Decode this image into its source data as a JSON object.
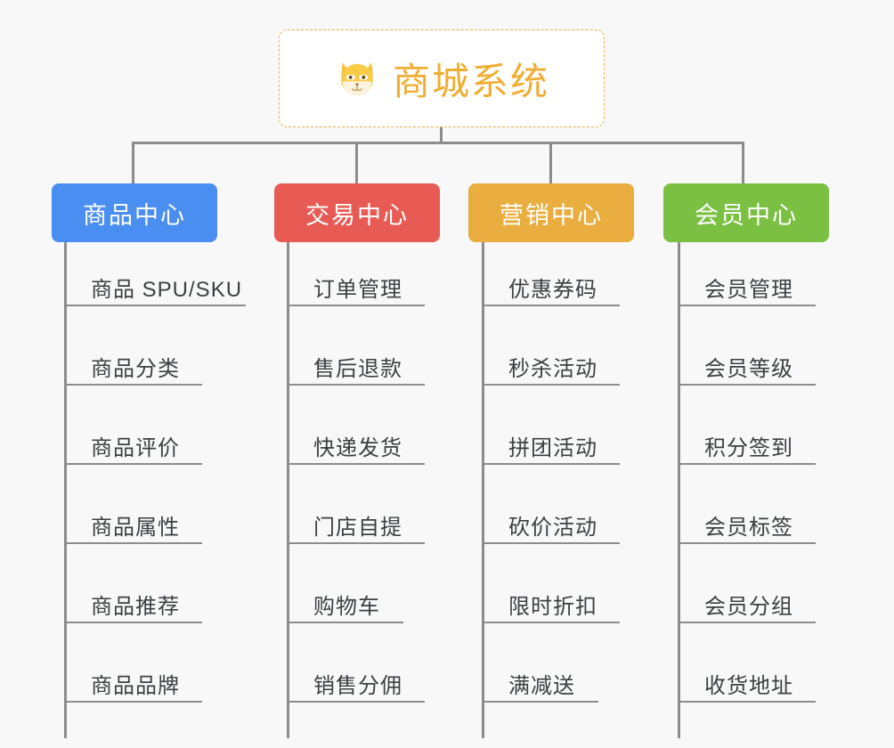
{
  "background_color": "#f8f8f8",
  "connector_color": "#8c8c8c",
  "root": {
    "title": "商城系统",
    "icon": "shiba-dog-face-emoji",
    "text_color": "#f0ad33",
    "border_color": "#e8b04a",
    "fill_color": "#ffffff"
  },
  "branches": [
    {
      "label": "商品中心",
      "color": "#4a8ef2",
      "items": [
        "商品 SPU/SKU",
        "商品分类",
        "商品评价",
        "商品属性",
        "商品推荐",
        "商品品牌"
      ]
    },
    {
      "label": "交易中心",
      "color": "#e85b55",
      "items": [
        "订单管理",
        "售后退款",
        "快递发货",
        "门店自提",
        "购物车",
        "销售分佣"
      ]
    },
    {
      "label": "营销中心",
      "color": "#eaad3f",
      "items": [
        "优惠券码",
        "秒杀活动",
        "拼团活动",
        "砍价活动",
        "限时折扣",
        "满减送"
      ]
    },
    {
      "label": "会员中心",
      "color": "#7bc043",
      "items": [
        "会员管理",
        "会员等级",
        "积分签到",
        "会员标签",
        "会员分组",
        "收货地址"
      ]
    }
  ]
}
